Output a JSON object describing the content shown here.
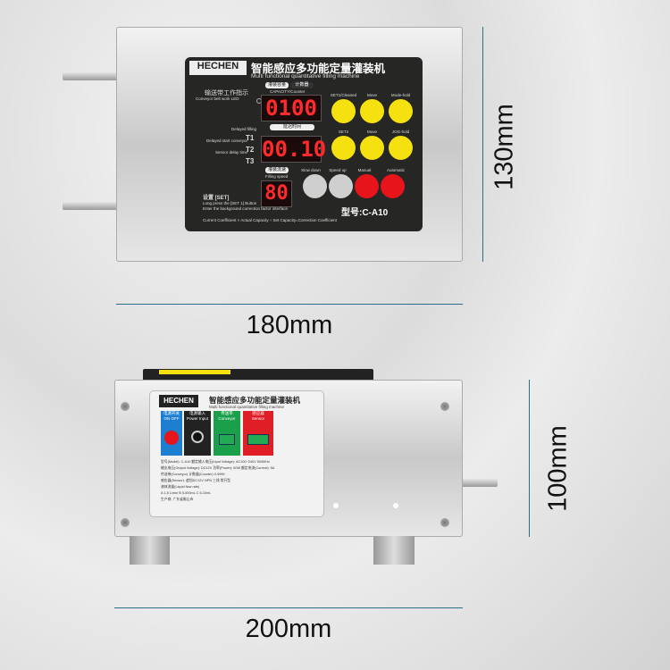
{
  "top_view": {
    "brand": "HECHEN",
    "title_cn": "智能感应多功能定量灌装机",
    "title_en": "Multi functional quantitative filling machine",
    "conveyor_led_label": "输送带工作指示",
    "conveyor_led_label_en": "Conveyor belt work LED",
    "capacity_tab": "灌装容量",
    "counter_tab": "计数器",
    "capacity_label_en": "CAPACITY/Counter",
    "display_capacity": "0100",
    "delay_label": "延迟时间",
    "delay_display": "00.10",
    "timers": [
      {
        "name": "T1",
        "label": "Delayed filling"
      },
      {
        "name": "T2",
        "label": "Delayed start conveyor"
      },
      {
        "name": "T3",
        "label": "Sensor delay time"
      }
    ],
    "speed_label": "灌装流速",
    "speed_label_en": "Filling speed",
    "speed_display": "80",
    "buttons_row1": [
      "SET1/Cleaned",
      "Move",
      "Mode-hold"
    ],
    "buttons_row2": [
      "SET2",
      "Move",
      "JOG-hold"
    ],
    "buttons_row3": [
      "Slow down",
      "Speed up",
      "Manual",
      "Automatic"
    ],
    "set_title": "设置 [SET]",
    "set_lines": [
      "Long press the [SET 1] Button",
      "Enter the background correction factor interface",
      "Current Coefficient × Actual Capacity ÷ Set Capacity=Correction Coefficient"
    ],
    "model": "型号:C-A10",
    "colors": {
      "yellow": "#f5e10f",
      "gray": "#cfcfcf",
      "red": "#e8141b"
    }
  },
  "rear_view": {
    "brand": "HECHEN",
    "title_cn": "智能感应多功能定量灌装机",
    "title_en": "Multi functional quantitative filling machine",
    "blocks": [
      {
        "label": "电源开关",
        "sub": "ON  OFF",
        "color": "#1e7fd0"
      },
      {
        "label": "电源输入",
        "sub": "Power Input",
        "color": "#222"
      },
      {
        "label": "传送带",
        "sub": "Conveyor",
        "color": "#1aa04a"
      },
      {
        "label": "感应器",
        "sub": "Sensor",
        "color": "#e01e25"
      }
    ],
    "spec_lines": [
      "型号(Model): C-A10   额定输入电压(Input Voltage): AC100~240V 50/60Hz",
      "输出电压(Output Voltage): DC12V  功率(Power): 60W  额定电流(Current): 5A",
      "传送带(Conveyor)  计数器(Counter) 0-9999",
      "感应器(Sensor): 遮挡DC12V NPN 三线 常开型",
      "液体流量(Liquid flow rate)",
      "A 1-5 L/min  B 5-500mL  C 5-10mL",
      "生产商: 广东省佛山市"
    ]
  },
  "dimensions": {
    "height_top": "130mm",
    "width_top": "180mm",
    "height_rear": "100mm",
    "width_rear": "200mm"
  }
}
